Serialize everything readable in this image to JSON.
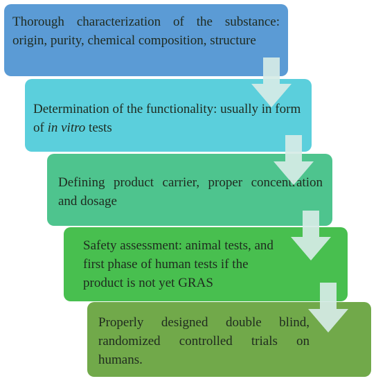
{
  "steps": [
    {
      "pre": "Thorough characterization of the substance: origin, purity, chemical composition, structure",
      "em": "",
      "post": ""
    },
    {
      "pre": "Determination of the functionality: usually in form of ",
      "em": "in vitro",
      "post": " tests"
    },
    {
      "pre": "Defining product carrier, proper concentration and dosage",
      "em": "",
      "post": ""
    },
    {
      "pre": "Safety assessment: animal tests, and first phase of human tests if the product is not yet GRAS",
      "em": "",
      "post": ""
    },
    {
      "pre": "Properly designed double blind, randomized controlled trials on humans.",
      "em": "",
      "post": ""
    }
  ],
  "colors": {
    "step1": "#5b9bd5",
    "step2": "#5bcfdc",
    "step3": "#4ec48e",
    "step4": "#48bf4f",
    "step5": "#71a94a",
    "arrow": "#d6ece6"
  },
  "arrow_icon": "down-arrow-icon"
}
